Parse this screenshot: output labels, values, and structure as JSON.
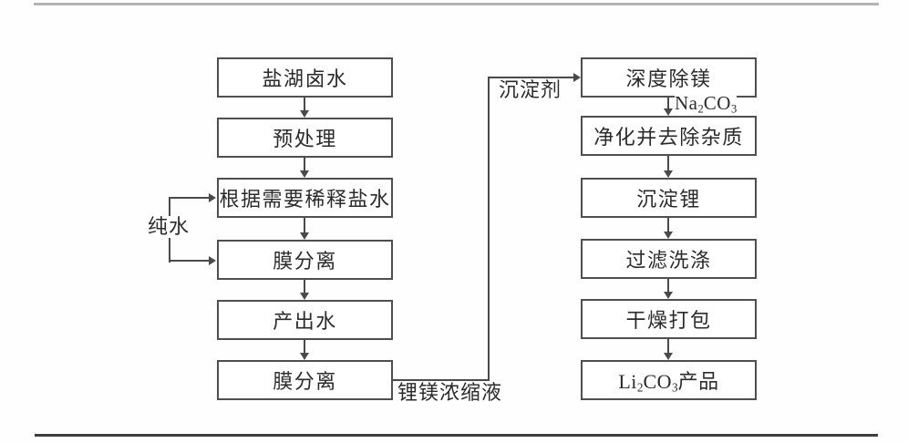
{
  "figure": {
    "title_semantic": "盐湖卤水提锂工艺流程图",
    "colors": {
      "line": "#4a4a4a",
      "text": "#2b2b2b",
      "top_rule": "#b4b4b4",
      "bottom_rule": "#3e3e3e"
    }
  },
  "left_column": {
    "boxes": [
      {
        "label": "盐湖卤水"
      },
      {
        "label": "预处理"
      },
      {
        "label": "根据需要稀释盐水"
      },
      {
        "label": "膜分离"
      },
      {
        "label": "产出水"
      },
      {
        "label": "膜分离"
      }
    ]
  },
  "right_column": {
    "boxes": [
      {
        "label": "深度除镁"
      },
      {
        "label": "净化并去除杂质"
      },
      {
        "label": "沉淀锂"
      },
      {
        "label": "过滤洗涤"
      },
      {
        "label": "干燥打包"
      }
    ],
    "product_box": {
      "pre": "Li",
      "sub1": "2",
      "mid": "CO",
      "sub2": "3",
      "post": "产品"
    }
  },
  "labels": {
    "pure_water": "纯水",
    "precipitant": "沉淀剂",
    "concentrate": "锂镁浓缩液",
    "na2co3": {
      "pre": "Na",
      "sub1": "2",
      "mid": "CO",
      "sub2": "3"
    }
  }
}
